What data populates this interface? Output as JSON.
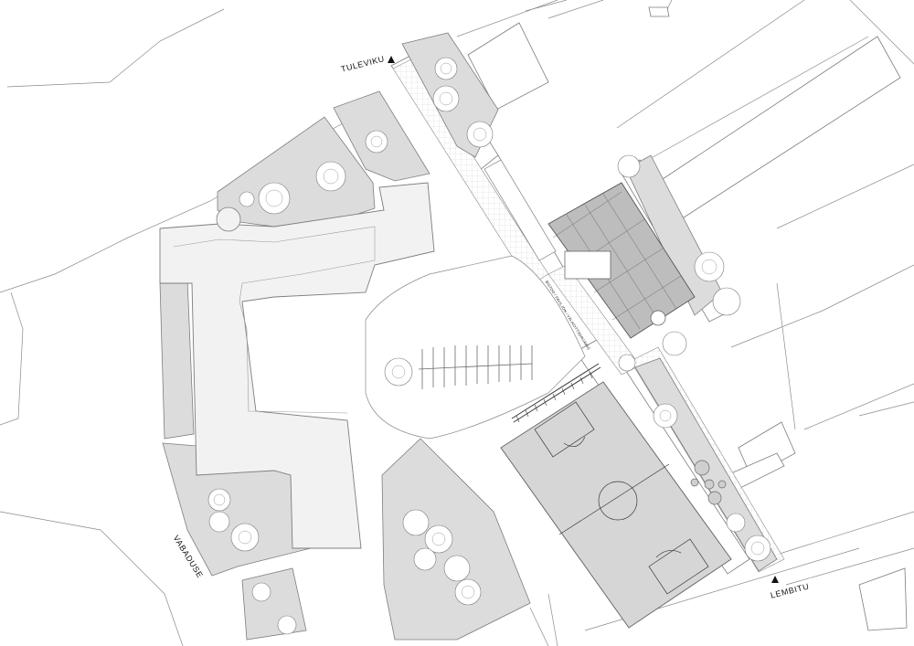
{
  "streets": {
    "north": "TULEVIKU",
    "west": "VABADUSE",
    "south_east": "LEMBITU"
  },
  "path_label": "BISTOO / PAVILJON / VÄLIKOTTSORGÄMIS",
  "markers": {
    "north_entry": "entry-arrow",
    "south_entry": "entry-arrow"
  },
  "colors": {
    "building_fill": "#f2f2f2",
    "green_fill": "#dcdcdc",
    "pavilion_roof": "#bdbdbd",
    "line": "#7d7d7d"
  }
}
